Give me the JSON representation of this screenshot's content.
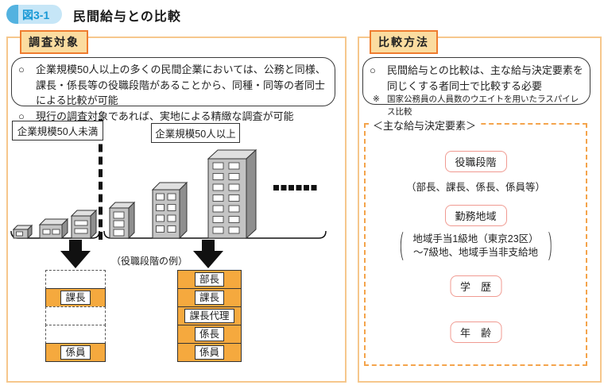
{
  "header": {
    "badge": "図3-1",
    "title": "民間給与との比較"
  },
  "colors": {
    "badge_bg": "#C6E6F7",
    "badge_cap": "#53B2E0",
    "badge_text": "#1899D6",
    "panel_border": "#F6C78C",
    "tab_border": "#EF7C2F",
    "tab_bg": "#FBDCA0",
    "stack_orange": "#F5A93E",
    "factor_chip_border": "#F09A91",
    "dashed_box_border": "#F4A44C"
  },
  "left_panel": {
    "tab": "調査対象",
    "bullets": [
      {
        "marker": "○",
        "text": "企業規模50人以上の多くの民間企業においては、公務と同様、課長・係長等の役職段階があることから、同種・同等の者同士による比較が可能"
      },
      {
        "marker": "○",
        "text": "現行の調査対象であれば、実地による精緻な調査が可能"
      }
    ],
    "group_small_label": "企業規模50人未満",
    "group_large_label": "企業規模50人以上",
    "stack_caption": "（役職段階の例）",
    "small_stack": {
      "row2": "課長",
      "row5": "係員"
    },
    "large_stack": [
      "部長",
      "課長",
      "課長代理",
      "係長",
      "係員"
    ]
  },
  "right_panel": {
    "tab": "比較方法",
    "bullets": [
      {
        "marker": "○",
        "text": "民間給与との比較は、主な給与決定要素を同じくする者同士で比較する必要"
      },
      {
        "marker": "※",
        "text": "国家公務員の人員数のウエイトを用いたラスパイレス比較"
      }
    ],
    "factors_title": "＜主な給与決定要素＞",
    "factor_post": "役職段階",
    "factor_post_note": "（部長、課長、係長、係員等）",
    "factor_region": "勤務地域",
    "factor_region_note_line1": "地域手当1級地（東京23区）",
    "factor_region_note_line2": "～7級地、地域手当非支給地",
    "factor_education": "学　歴",
    "factor_age": "年　齢"
  }
}
